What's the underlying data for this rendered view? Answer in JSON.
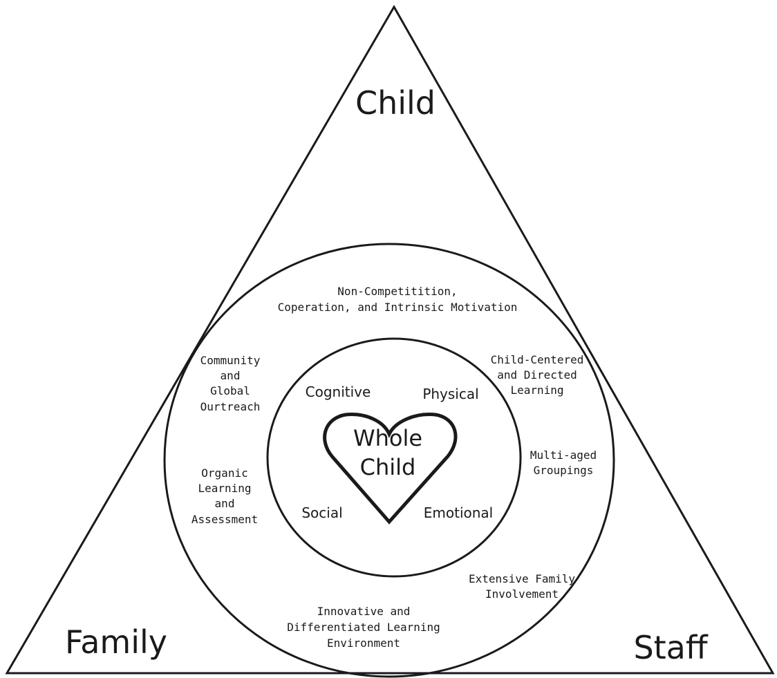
{
  "corners": {
    "top": "Child",
    "left": "Family",
    "right": "Staff"
  },
  "center": {
    "line1": "Whole",
    "line2": "Child"
  },
  "domains": {
    "cognitive": "Cognitive",
    "physical": "Physical",
    "social": "Social",
    "emotional": "Emotional"
  },
  "features": {
    "non_competition": [
      "Non-Competitition,",
      "Coperation, and Intrinsic Motivation"
    ],
    "child_centered": [
      "Child-Centered",
      "and Directed",
      "Learning"
    ],
    "multi_aged": [
      "Multi-aged",
      "Groupings"
    ],
    "family_involvement": [
      "Extensive Family",
      "Involvement"
    ],
    "innovative": [
      "Innovative and",
      "Differentiated Learning",
      "Environment"
    ],
    "organic": [
      "Organic",
      "Learning",
      "and",
      "Assessment"
    ],
    "community": [
      "Community",
      "and",
      "Global",
      "Ourtreach"
    ]
  }
}
